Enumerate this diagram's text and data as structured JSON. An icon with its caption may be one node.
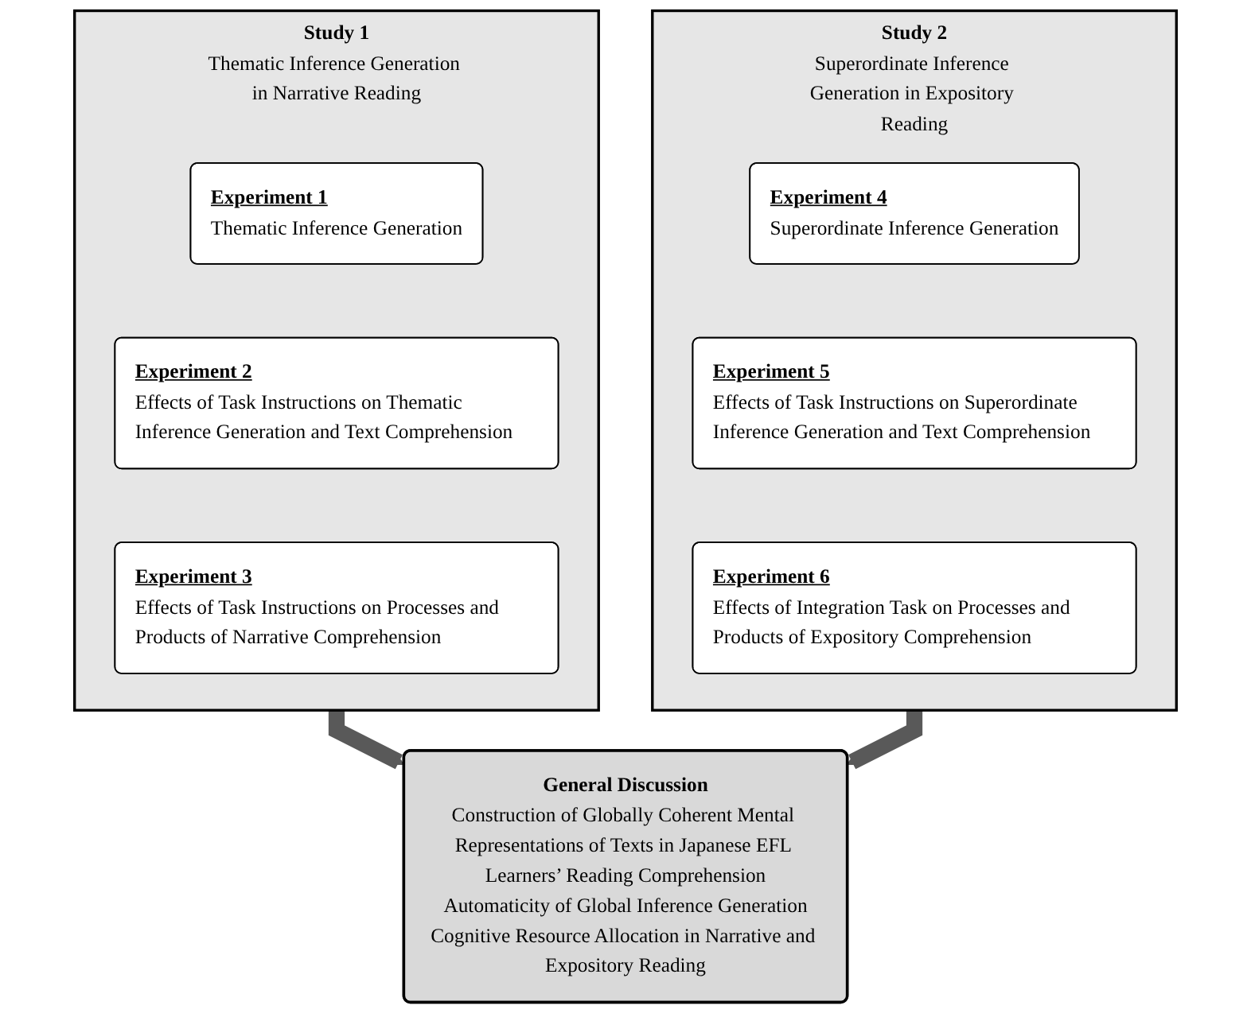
{
  "diagram": {
    "nodes": [
      {
        "text": [
          "Study 1",
          "Thematic Inference Generation in Narrative Reading"
        ]
      },
      {
        "text": [
          "Experiment 1",
          "Thematic Inference Generation"
        ],
        "in": 0
      },
      {
        "text": [
          "Experiment 2",
          "Effects of Task Instructions on Thematic Inference Generation and Text Comprehension"
        ],
        "in": 0
      },
      {
        "text": [
          "Experiment 3",
          "Effects of Task Instructions on Processes and Products of Narrative Comprehension"
        ],
        "in": 0
      },
      {
        "text": [
          "Study 2",
          "Superordinate Inference Generation in Expository Reading"
        ]
      },
      {
        "text": [
          "Experiment 4",
          "Superordinate Inference Generation"
        ],
        "in": 4
      },
      {
        "text": [
          "Experiment 5",
          "Effects of Task Instructions on Superordinate Inference Generation and Text Comprehension"
        ],
        "in": 4
      },
      {
        "text": [
          "Experiment 6",
          "Effects of Integration Task on Processes and Products of Expository Comprehension"
        ],
        "in": 4
      },
      {
        "text": [
          "General Discussion",
          "Construction of Globally Coherent Mental Representations of Texts in Japanese EFL Learners’ Reading Comprehension",
          "Automaticity of Global Inference Generation",
          "Cognitive Resource Allocation in Narrative and Expository Reading"
        ]
      }
    ],
    "edges": [
      {
        "from": 0,
        "to": 8,
        "arrow": "to"
      },
      {
        "from": 4,
        "to": 8,
        "arrow": "to"
      }
    ]
  }
}
